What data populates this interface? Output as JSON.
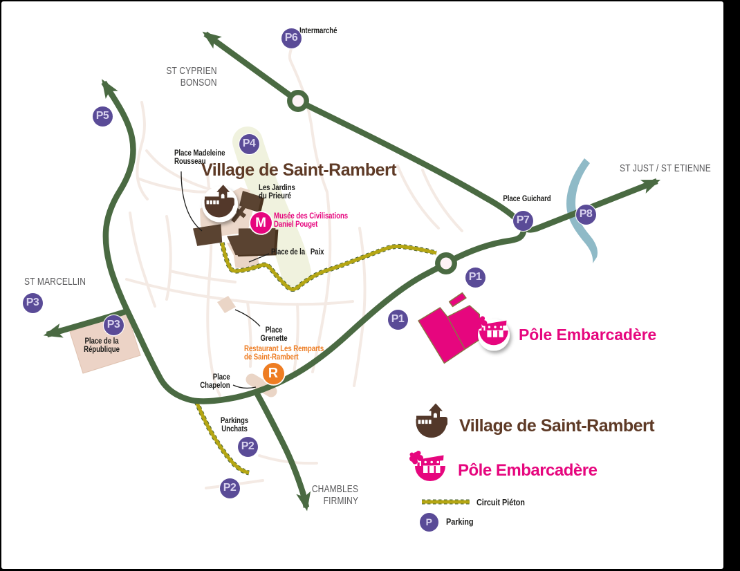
{
  "colors": {
    "frame": "#000000",
    "paper": "#ffffff",
    "road": "#4a6a42",
    "roundabout-fill": "#fdf3f6",
    "street": "#f4eae4",
    "park-band": "#eef1dc",
    "plaza": "#ecd8ca",
    "plaza2": "#ead5c6",
    "republique": "#ecd3c6",
    "building": "#5a4331",
    "building-shadow": "#49331f",
    "brown-text": "#5e3a26",
    "magenta": "#e6067e",
    "pink-outline": "#8a7444",
    "purple": "#5a4b97",
    "purple-text": "#d9d3ee",
    "orange": "#ee7d23",
    "olive": "#b5a613",
    "olive-dash": "#47613a",
    "river": "#8fbac7",
    "gray-text": "#58585a",
    "black-text": "#1d1d1b"
  },
  "map": {
    "village_title": "Village de Saint-Rambert",
    "pole_title": "Pôle Embarcadère"
  },
  "directions": {
    "st_cyprien": "ST CYPRIEN\nBONSON",
    "st_marcellin": "ST MARCELLIN",
    "st_just": "ST JUST / ST ETIENNE",
    "chambles": "CHAMBLES\nFIRMINY"
  },
  "places": {
    "intermarche": "Intermarché",
    "madeleine": "Place Madeleine\nRousseau",
    "jardins": "Les Jardins\ndu Prieuré",
    "paix": "Place de la   Paix",
    "guichard": "Place Guichard",
    "grenette": "Place\nGrenette",
    "chapelon": "Place\nChapelon",
    "republique": "Place de la\nRépublique",
    "parkings_unchats": "Parkings\nUnchats"
  },
  "poi": {
    "museum": {
      "badge": "M",
      "name": "Musée des Civilisations\nDaniel Pouget"
    },
    "restaurant": {
      "badge": "R",
      "name": "Restaurant Les Remparts\nde Saint-Rambert"
    }
  },
  "parkings": {
    "p1a": "P1",
    "p1b": "P1",
    "p2a": "P2",
    "p2b": "P2",
    "p3a": "P3",
    "p3b": "P3",
    "p4": "P4",
    "p5": "P5",
    "p6": "P6",
    "p7": "P7",
    "p8": "P8"
  },
  "legend": {
    "village": "Village de Saint-Rambert",
    "pole": "Pôle Embarcadère",
    "circuit": "Circuit Piéton",
    "parking_badge": "P",
    "parking": "Parking"
  }
}
